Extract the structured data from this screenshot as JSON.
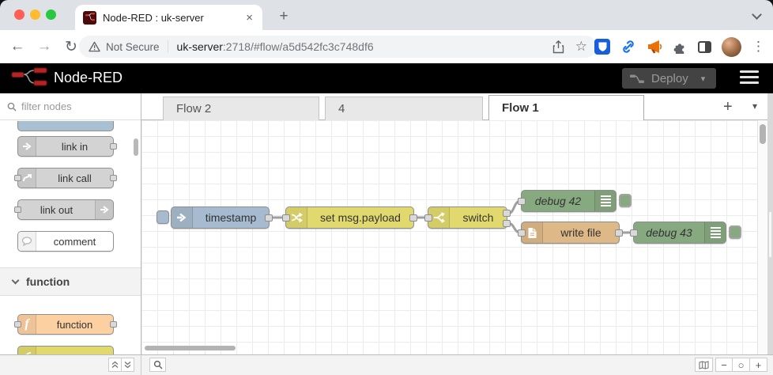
{
  "browser": {
    "tab_title": "Node-RED : uk-server",
    "security_label": "Not Secure",
    "url_host": "uk-server",
    "url_rest": ":2718/#flow/a5d542fc3c748df6",
    "traffic_lights": {
      "close": "#ff5f57",
      "minimize": "#febc2e",
      "zoom": "#28c840"
    }
  },
  "header": {
    "app_title": "Node-RED",
    "deploy_label": "Deploy"
  },
  "palette": {
    "filter_placeholder": "filter nodes",
    "category_function": "function",
    "node_link_in": "link in",
    "node_link_call": "link call",
    "node_link_out": "link out",
    "node_comment": "comment",
    "node_function": "function"
  },
  "tabs": {
    "tab1": "Flow 2",
    "tab2": "4",
    "tab3": "Flow 1"
  },
  "flow": {
    "inject_label": "timestamp",
    "change_label": "set msg.payload",
    "switch_label": "switch",
    "debug42_label": "debug 42",
    "writefile_label": "write file",
    "debug43_label": "debug 43"
  },
  "icons": {
    "close": "×",
    "new_tab": "+",
    "back": "←",
    "forward": "→",
    "reload": "↻",
    "star": "☆",
    "dots": "⋮",
    "caret": "▾",
    "add_flow": "+",
    "zoom_out": "−",
    "zoom_reset": "○",
    "zoom_in": "+",
    "function_glyph": "f"
  },
  "colors": {
    "inject": "#a6bbcf",
    "change": "#e2d96e",
    "switch": "#e2d96e",
    "debug": "#87a980",
    "write_file": "#deb887",
    "function": "#fdd0a2",
    "link": "#d3d3d3",
    "node_red": "#8f0000",
    "bitwarden_blue": "#175ddc"
  }
}
